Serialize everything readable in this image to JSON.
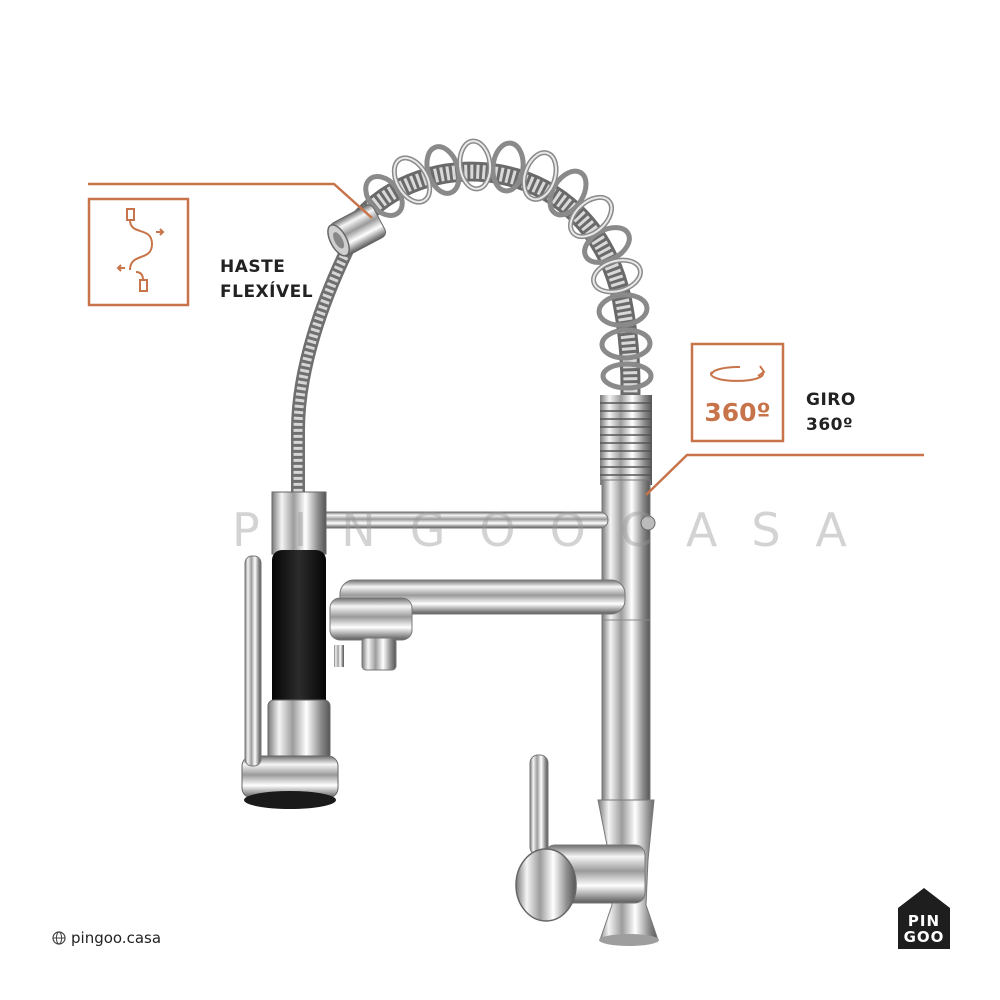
{
  "watermark": "PINGOOCASA",
  "features": {
    "flexible_hose": {
      "line1": "HASTE",
      "line2": "FLEXÍVEL",
      "icon": "flexible-hose-icon"
    },
    "rotation": {
      "line1": "GIRO",
      "line2": "360º",
      "icon_text": "360º",
      "icon": "rotate-360-icon"
    }
  },
  "footer": {
    "site": "pingoo.casa",
    "site_icon": "globe-icon"
  },
  "brand": {
    "logo_top": "PIN",
    "logo_bottom": "GOO"
  },
  "colors": {
    "accent": "#C8744A",
    "text": "#222222",
    "logo_bg": "#1E1E1E"
  }
}
